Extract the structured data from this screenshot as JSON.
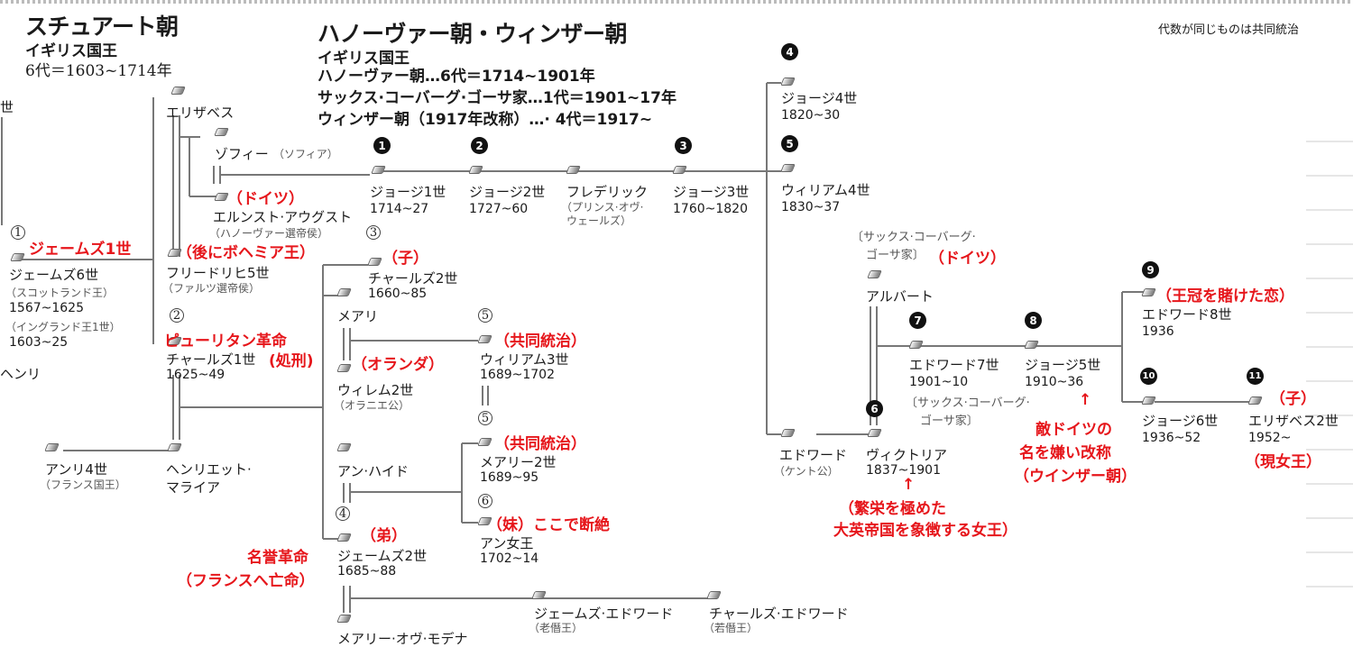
{
  "header": {
    "stuart_title": "スチュアート朝",
    "stuart_sub": "イギリス国王",
    "stuart_period": "6代＝1603~1714年",
    "hanover_title": "ハノーヴァー朝・ウィンザー朝",
    "hanover_sub": "イギリス国王",
    "hanover_line1": "ハノーヴァー朝…6代＝1714~1901年",
    "hanover_line2": "サックス·コーバーグ·ゴーサ家…1代＝1901~17年",
    "hanover_line3": "ウィンザー朝（1917年改称）…· 4代＝1917~",
    "corner_note": "代数が同じものは共同統治"
  },
  "left_fragments": {
    "sei": "世",
    "henri": "ヘンリ"
  },
  "persons": {
    "james6": {
      "num": "1",
      "name": "ジェームズ6世",
      "note1": "（スコットランド王）",
      "years1": "1567~1625",
      "note2": "（イングランド王1世）",
      "years2": "1603~25"
    },
    "elizabeth": {
      "name": "エリザベス"
    },
    "sophie": {
      "name": "ゾフィー",
      "note": "（ソフィア）"
    },
    "ernst": {
      "name": "エルンスト·アウグスト",
      "note": "（ハノーヴァー選帝侯）"
    },
    "friedrich": {
      "name": "フリードリヒ5世",
      "note": "（ファルツ選帝侯）"
    },
    "charles1": {
      "num": "2",
      "name": "チャールズ1世",
      "years": "1625~49"
    },
    "henri4": {
      "name": "アンリ4世",
      "note": "（フランス国王）"
    },
    "henrietta": {
      "name1": "ヘンリエット·",
      "name2": "マライア"
    },
    "charles2": {
      "num": "3",
      "name": "チャールズ2世",
      "years": "1660~85"
    },
    "mary": {
      "name": "メアリ"
    },
    "willem2": {
      "name": "ウィレム2世",
      "note": "（オラニエ公）"
    },
    "william3": {
      "num": "5",
      "name": "ウィリアム3世",
      "years": "1689~1702"
    },
    "anne_hyde": {
      "name": "アン·ハイド"
    },
    "mary2": {
      "num": "5",
      "name": "メアリー2世",
      "years": "1689~95"
    },
    "anne": {
      "num": "6",
      "name": "アン女王",
      "years": "1702~14"
    },
    "james2": {
      "num": "4",
      "name": "ジェームズ2世",
      "years": "1685~88"
    },
    "mary_modena": {
      "name": "メアリー·オヴ·モデナ"
    },
    "james_edward": {
      "name": "ジェームズ·エドワード",
      "note": "（老僭王）"
    },
    "charles_edward": {
      "name": "チャールズ·エドワード",
      "note": "（若僭王）"
    },
    "george1": {
      "num": "1",
      "name": "ジョージ1世",
      "years": "1714~27"
    },
    "george2": {
      "num": "2",
      "name": "ジョージ2世",
      "years": "1727~60"
    },
    "frederick": {
      "name": "フレデリック",
      "note1": "（プリンス·オヴ·",
      "note2": "ウェールズ）"
    },
    "george3": {
      "num": "3",
      "name": "ジョージ3世",
      "years": "1760~1820"
    },
    "george4": {
      "num": "4",
      "name": "ジョージ4世",
      "years": "1820~30"
    },
    "william4": {
      "num": "5",
      "name": "ウィリアム4世",
      "years": "1830~37"
    },
    "edward_kent": {
      "name": "エドワード",
      "note": "（ケント公）"
    },
    "victoria": {
      "num": "6",
      "name": "ヴィクトリア",
      "years": "1837~1901"
    },
    "albert": {
      "note1": "〔サックス·コーバーグ·",
      "note2": "ゴーサ家〕",
      "name": "アルバート"
    },
    "edward7": {
      "num": "7",
      "name": "エドワード7世",
      "years": "1901~10",
      "note1": "〔サックス·コーバーグ·",
      "note2": "ゴーサ家〕"
    },
    "george5": {
      "num": "8",
      "name": "ジョージ5世",
      "years": "1910~36"
    },
    "edward8": {
      "num": "9",
      "name": "エドワード8世",
      "years": "1936"
    },
    "george6": {
      "num": "10",
      "name": "ジョージ6世",
      "years": "1936~52"
    },
    "elizabeth2": {
      "num": "11",
      "name": "エリザベス2世",
      "years": "1952~"
    }
  },
  "annotations": {
    "james1": "ジェームズ1世",
    "german1": "（ドイツ）",
    "bohemia": "（後にボヘミア王）",
    "puritan": "ピューリタン革命",
    "execution": "(処刑)",
    "child1": "（子）",
    "orange": "（オランダ）",
    "joint1": "（共同統治）",
    "joint2": "（共同統治）",
    "sister_end": "（妹）ここで断絶",
    "brother": "（弟）",
    "glorious1": "名誉革命",
    "glorious2": "（フランスへ亡命）",
    "german2": "（ドイツ）",
    "abdication": "（王冠を賭けた恋）",
    "arrow1": "↑",
    "victoria1": "（繁栄を極めた",
    "victoria2": "大英帝国を象徴する女王）",
    "arrow2": "↑",
    "rename1": "敵ドイツの",
    "rename2": "名を嫌い改称",
    "rename3": "（ウインザー朝）",
    "child2": "（子）",
    "queen_now": "（現女王）"
  },
  "colors": {
    "annotation": "#e6161b",
    "line": "#777777",
    "text": "#1a1a1a"
  }
}
